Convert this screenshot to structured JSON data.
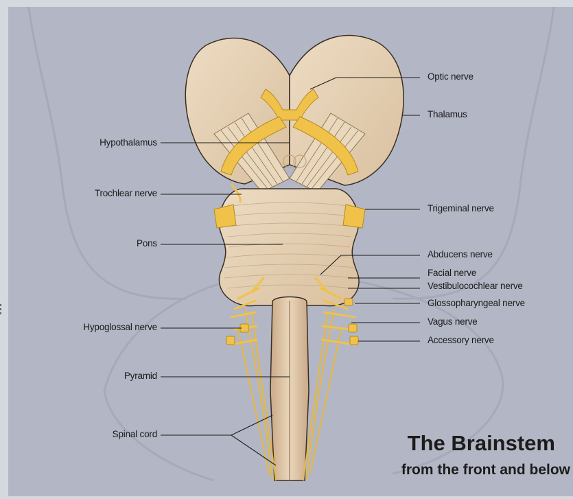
{
  "title": "The Brainstem",
  "subtitle": "from the front and below",
  "labels_left": {
    "hypothalamus": "Hypothalamus",
    "trochlear": "Trochlear nerve",
    "pons": "Pons",
    "hypoglossal": "Hypoglossal nerve",
    "pyramid": "Pyramid",
    "spinal_cord": "Spinal cord"
  },
  "labels_right": {
    "optic": "Optic nerve",
    "thalamus": "Thalamus",
    "trigeminal": "Trigeminal nerve",
    "abducens": "Abducens nerve",
    "facial": "Facial nerve",
    "vestibulocochlear": "Vestibulocochlear nerve",
    "glossopharyngeal": "Glossopharyngeal nerve",
    "vagus": "Vagus nerve",
    "accessory": "Accessory nerve"
  },
  "colors": {
    "background": "#b3b6c4",
    "tissue": "#e6d3b8",
    "tissue_dark": "#c9ad8c",
    "nerve": "#f0c24a",
    "outline": "#3a2e22"
  }
}
